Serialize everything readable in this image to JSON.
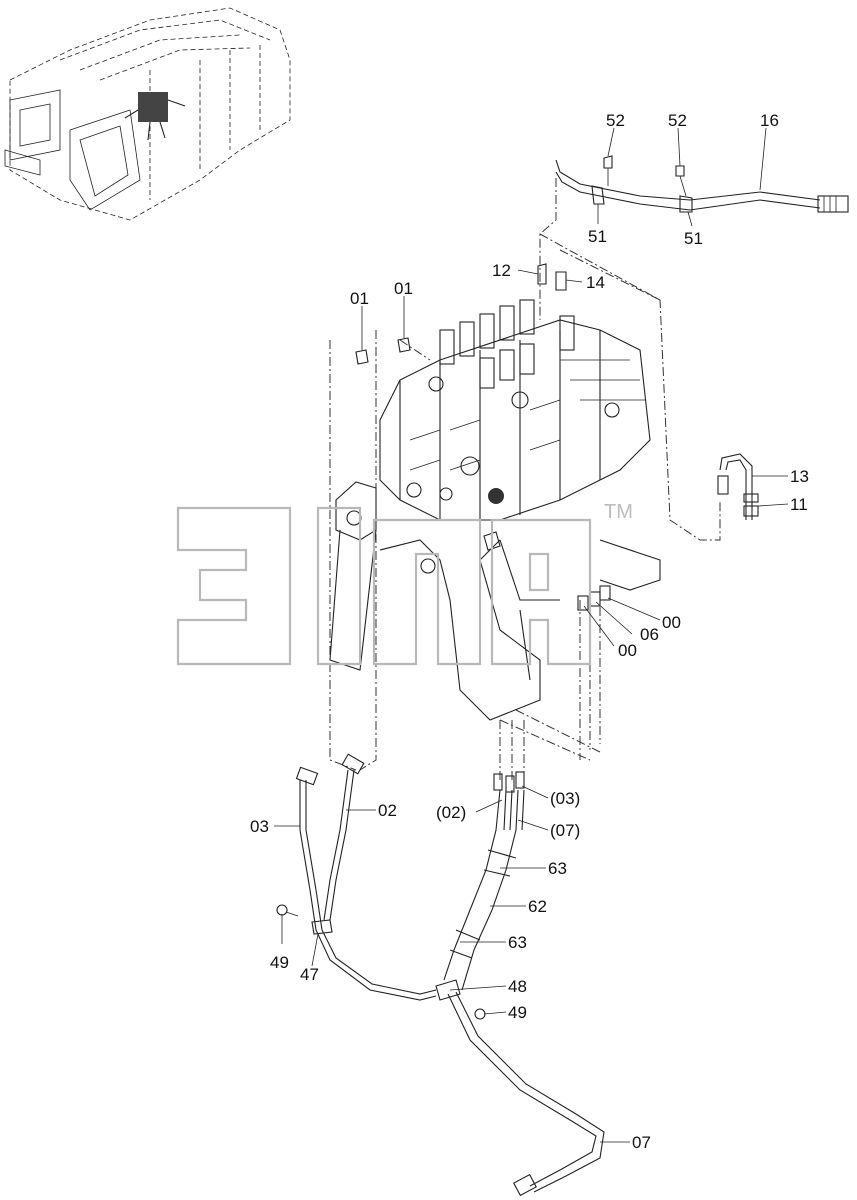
{
  "watermark": {
    "text": "ЭПАВ",
    "tm": "TM"
  },
  "callouts": {
    "c52a": "52",
    "c52b": "52",
    "c16": "16",
    "c51a": "51",
    "c51b": "51",
    "c12": "12",
    "c14": "14",
    "c01a": "01",
    "c01b": "01",
    "c13": "13",
    "c11": "11",
    "c00a": "00",
    "c06": "06",
    "c00b": "00",
    "c03": "03",
    "c02": "02",
    "c02p": "(02)",
    "c03p": "(03)",
    "c07p": "(07)",
    "c63a": "63",
    "c62": "62",
    "c63b": "63",
    "c48": "48",
    "c49a": "49",
    "c47": "47",
    "c49b": "49",
    "c07": "07"
  }
}
